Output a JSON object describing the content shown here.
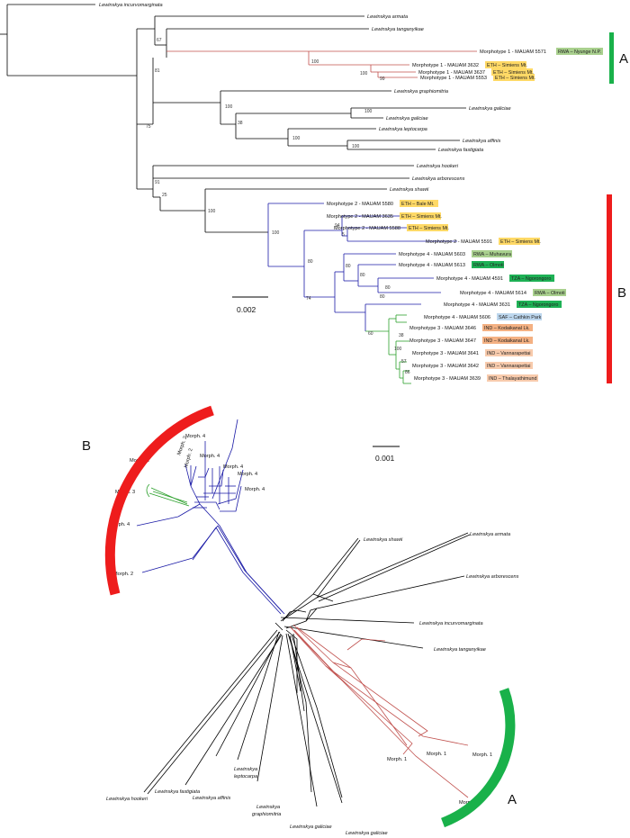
{
  "colors": {
    "clade1": "#c0504d",
    "cladeBlue": "#1a1aa6",
    "cladeGreen": "#2ca02c",
    "barA": "#19b14a",
    "barB": "#ee1c1c",
    "tagRWA": "#a9d08e",
    "tagETH": "#ffd966",
    "tagTZA": "#1eb155",
    "tagSAF": "#bdd7ee",
    "tagIND1": "#f4b183",
    "tagIND2": "#f8cbad"
  },
  "tree": {
    "tips": {
      "incurvo": "Lewinskya incurvomarginata",
      "armata": "Lewinskya armata",
      "tanganyikae": "Lewinskya tanganyikae",
      "m1_5571": "Morphotype 1 - MAUAM 5571",
      "m1_3632": "Morphotype 1 - MAUAM 3632",
      "m1_3637": "Morphotype 1 - MAUAM 3637",
      "m1_5553": "Morphotype 1 - MAUAM 5553",
      "graphiomitria": "Lewinskya graphiomitria",
      "galiciae1": "Lewinskya galiciae",
      "galiciae2": "Lewinskya galiciae",
      "leptocarpa": "Lewinskya leptocarpa",
      "affinis": "Lewinskya affinis",
      "fastigiata": "Lewinskya fastigiata",
      "hookeri": "Lewinskya hookeri",
      "arborescens": "Lewinskya arborescens",
      "shawii": "Lewinskya shawii",
      "m2_5580": "Morphotype 2 - MAUAM 5580",
      "m2_3635": "Morphotype 2 - MAUAM 3635",
      "m2_5588": "Morphotype 2 - MAUAM 5588",
      "m2_5591": "Morphotype 2 - MAUAM 5591",
      "m4_5603": "Morphotype 4 - MAUAM 5603",
      "m4_5613": "Morphotype 4 - MAUAM 5613",
      "m4_4591": "Morphotype 4 - MAUAM 4591",
      "m4_5614": "Morphotype 4 - MAUAM 5614",
      "m4_3631": "Morphotype 4 - MAUAM 3631",
      "m4_5606": "Morphotype 4 - MAUAM 5606",
      "m3_3646": "Morphotype 3 - MAUAM 3646",
      "m3_3647": "Morphotype 3 - MAUAM 3647",
      "m3_3641": "Morphotype 3 - MAUAM 3641",
      "m3_3642": "Morphotype 3 - MAUAM 3642",
      "m3_3639": "Morphotype 3 - MAUAM 3639"
    },
    "tags": {
      "m1_5571": "RWA – Nyunge N.P.",
      "m1_3632": "ETH – Simiens Mt.",
      "m1_3637": "ETH – Simiens Mt.",
      "m1_5553": "ETH – Simiens Mt.",
      "m2_5580": "ETH – Bale Mt.",
      "m2_3635": "ETH – Simiens Mt.",
      "m2_5588": "ETH – Simiens Mt.",
      "m2_5591": "ETH – Simiens Mt.",
      "m4_5603": "RWA – Muhavura",
      "m4_5613": "RWA – Olmoti",
      "m4_4591": "TZA – Ngorongoro",
      "m4_5614": "RWA – Olmoti",
      "m4_3631": "TZA – Ngorongoro",
      "m4_5606": "SAF – Cathkin Park",
      "m3_3646": "IND – Kodaikanal Lk.",
      "m3_3647": "IND – Kodaikanal Lk.",
      "m3_3641": "IND – Vannarapettai",
      "m3_3642": "IND – Vannarapettai",
      "m3_3639": "IND – Thalayathimund"
    },
    "support": {
      "s67": "67",
      "s100a": "100",
      "s100b": "100",
      "s99": "99",
      "s81": "81",
      "s100c": "100",
      "s100d": "100",
      "s38": "38",
      "s100e": "100",
      "s100f": "100",
      "s75": "75",
      "s91": "91",
      "s25": "25",
      "s100g": "100",
      "s100h": "100",
      "s94": "94",
      "s5": "5",
      "s80a": "80",
      "s80b": "80",
      "s80c": "80",
      "s80d": "80",
      "s80e": "80",
      "s74": "74",
      "s60": "60",
      "s38b": "38",
      "s100i": "100",
      "s57": "57",
      "s86": "86"
    },
    "scale": "0.002",
    "cladeA": "A",
    "cladeB": "B"
  },
  "network": {
    "scale": "0.001",
    "cladeA": "A",
    "cladeB": "B",
    "morph": {
      "m4_top": "Morph. 4",
      "m2_a": "Morph. 2",
      "m2_b": "Morph. 2",
      "m2_c": "Morph. 2",
      "m4_b": "Morph. 4",
      "m4_c": "Morph. 4",
      "m4_d": "Morph. 4",
      "m4_e": "Morph. 4",
      "m3": "Morph. 3",
      "m4_left": "Morph. 4",
      "m2_low": "Morph. 2",
      "m1_a": "Morph. 1",
      "m1_b": "Morph. 1",
      "m1_c": "Morph. 1",
      "m1_d": "Morph. 1"
    },
    "species": {
      "shawii": "Lewinskya shawii",
      "armata": "Lewinskya armata",
      "arborescens": "Lewinskya arborescens",
      "incurvo": "Lewinskya incurvomarginata",
      "tanganyikae": "Lewinskya tanganyikae",
      "hookeri": "Lewinskya hookeri",
      "fastigiata": "Lewinskya fastigiata",
      "affinis": "Lewinskya affinis",
      "leptocarpa1": "Lewinskya",
      "leptocarpa2": "leptocarpa",
      "graph1": "Lewinskya",
      "graph2": "graphiomitria",
      "galiciae1": "Lewinskya galiciae",
      "galiciae2": "Lewinskya galiciae"
    }
  }
}
